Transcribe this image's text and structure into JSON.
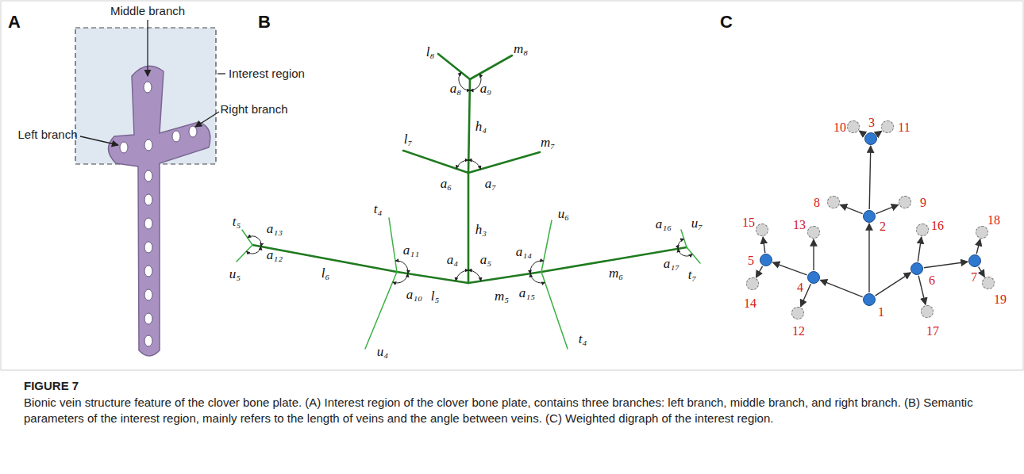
{
  "diagram": {
    "title": "FIGURE 7",
    "caption": "Bionic vein structure feature of the clover bone plate. (A) Interest region of the clover bone plate, contains three branches: left branch, middle branch, and right branch. (B) Semantic parameters of the interest region, mainly refers to the length of veins and the angle between veins. (C) Weighted digraph of the interest region.",
    "nodes": [
      {
        "text": [
          "1"
        ]
      },
      {
        "text": [
          "2"
        ]
      },
      {
        "text": [
          "3"
        ]
      },
      {
        "text": [
          "4"
        ]
      },
      {
        "text": [
          "5"
        ]
      },
      {
        "text": [
          "6"
        ]
      },
      {
        "text": [
          "7"
        ]
      },
      {
        "text": [
          "8"
        ]
      },
      {
        "text": [
          "9"
        ]
      },
      {
        "text": [
          "10"
        ]
      },
      {
        "text": [
          "11"
        ]
      },
      {
        "text": [
          "12"
        ]
      },
      {
        "text": [
          "13"
        ]
      },
      {
        "text": [
          "14"
        ]
      },
      {
        "text": [
          "15"
        ]
      },
      {
        "text": [
          "16"
        ]
      },
      {
        "text": [
          "17"
        ]
      },
      {
        "text": [
          "18"
        ]
      },
      {
        "text": [
          "19"
        ]
      }
    ],
    "edges": [
      {
        "from": 0,
        "to": 1,
        "arrow": "to"
      },
      {
        "from": 1,
        "to": 2,
        "arrow": "to"
      },
      {
        "from": 0,
        "to": 3,
        "arrow": "to"
      },
      {
        "from": 3,
        "to": 4,
        "arrow": "to"
      },
      {
        "from": 0,
        "to": 5,
        "arrow": "to"
      },
      {
        "from": 5,
        "to": 6,
        "arrow": "to"
      },
      {
        "from": 1,
        "to": 7,
        "arrow": "to"
      },
      {
        "from": 1,
        "to": 8,
        "arrow": "to"
      },
      {
        "from": 2,
        "to": 9,
        "arrow": "to"
      },
      {
        "from": 2,
        "to": 10,
        "arrow": "to"
      },
      {
        "from": 3,
        "to": 11,
        "arrow": "to"
      },
      {
        "from": 3,
        "to": 12,
        "arrow": "to"
      },
      {
        "from": 4,
        "to": 13,
        "arrow": "to"
      },
      {
        "from": 4,
        "to": 14,
        "arrow": "to"
      },
      {
        "from": 5,
        "to": 15,
        "arrow": "to"
      },
      {
        "from": 5,
        "to": 16,
        "arrow": "to"
      },
      {
        "from": 6,
        "to": 17,
        "arrow": "to"
      },
      {
        "from": 6,
        "to": 18,
        "arrow": "to"
      }
    ],
    "labels": [
      "A",
      "Middle branch",
      "Interest region",
      "Left branch",
      "Right branch",
      "B",
      "l₈",
      "m₈",
      "a₈",
      "a₉",
      "h₄",
      "l₇",
      "m₇",
      "a₆",
      "a₇",
      "h₃",
      "t₅",
      "a₁₃",
      "a₁₂",
      "u₅",
      "l₆",
      "t₄",
      "a₁₁",
      "a₁₀",
      "l₅",
      "a₄",
      "a₅",
      "m₅",
      "a₁₄",
      "a₁₅",
      "u₆",
      "t₄",
      "a₁₆",
      "u₇",
      "a₁₇",
      "t₇",
      "m₆",
      "u₄",
      "C"
    ]
  }
}
